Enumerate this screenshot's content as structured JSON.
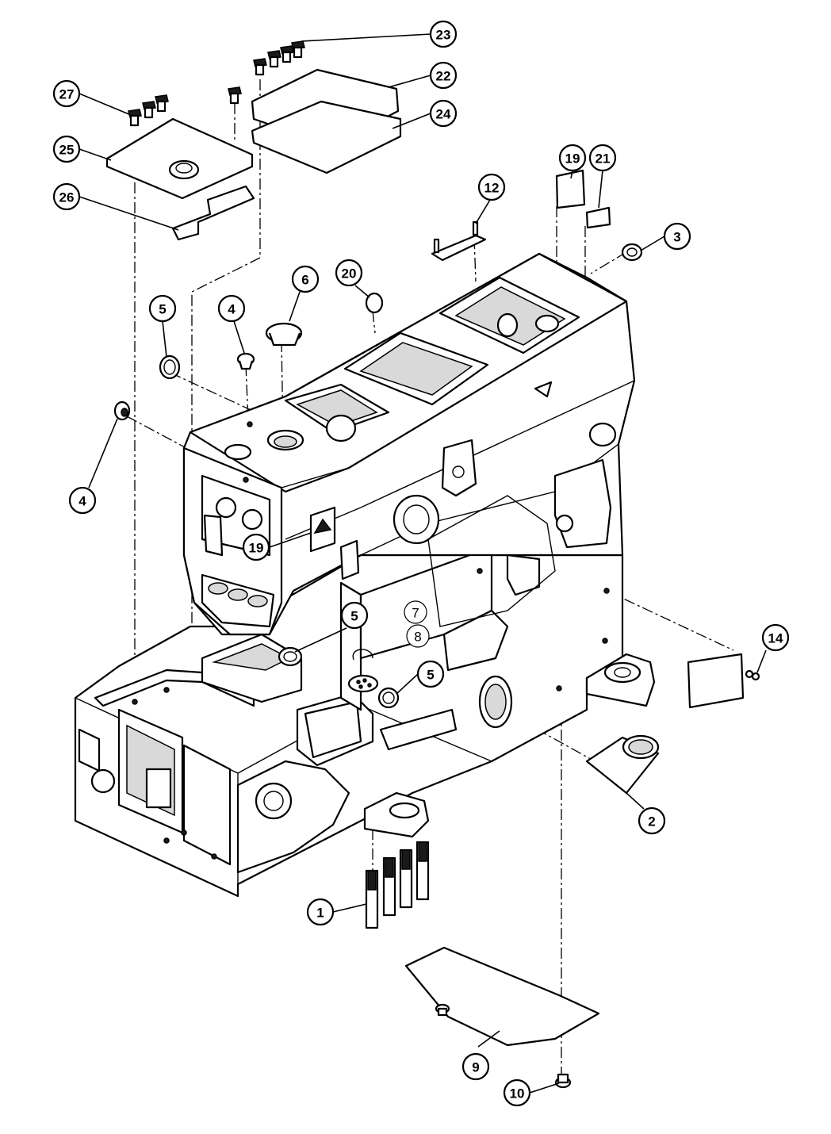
{
  "callouts": [
    {
      "id": "c23",
      "label": "23"
    },
    {
      "id": "c22",
      "label": "22"
    },
    {
      "id": "c24",
      "label": "24"
    },
    {
      "id": "c27",
      "label": "27"
    },
    {
      "id": "c25",
      "label": "25"
    },
    {
      "id": "c26",
      "label": "26"
    },
    {
      "id": "c19a",
      "label": "19"
    },
    {
      "id": "c21",
      "label": "21"
    },
    {
      "id": "c12",
      "label": "12"
    },
    {
      "id": "c3",
      "label": "3"
    },
    {
      "id": "c6",
      "label": "6"
    },
    {
      "id": "c20",
      "label": "20"
    },
    {
      "id": "c5a",
      "label": "5"
    },
    {
      "id": "c4a",
      "label": "4"
    },
    {
      "id": "c4b",
      "label": "4"
    },
    {
      "id": "c19b",
      "label": "19"
    },
    {
      "id": "c5b",
      "label": "5"
    },
    {
      "id": "c7",
      "label": "7"
    },
    {
      "id": "c8",
      "label": "8"
    },
    {
      "id": "c5c",
      "label": "5"
    },
    {
      "id": "c14",
      "label": "14"
    },
    {
      "id": "c2",
      "label": "2"
    },
    {
      "id": "c1",
      "label": "1"
    },
    {
      "id": "c9",
      "label": "9"
    },
    {
      "id": "c10",
      "label": "10"
    }
  ]
}
